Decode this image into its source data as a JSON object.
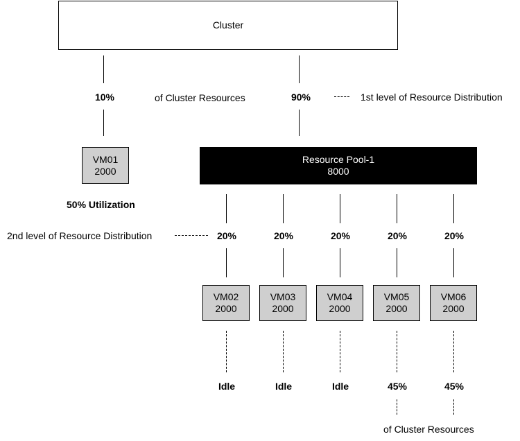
{
  "cluster": {
    "label": "Cluster"
  },
  "level1": {
    "vm01_share": "10%",
    "pool_share": "90%",
    "middle_label": "of Cluster Resources",
    "legend_label": "1st level of Resource Distribution"
  },
  "vm01": {
    "name": "VM01",
    "value": "2000",
    "utilization": "50% Utilization"
  },
  "pool": {
    "name": "Resource Pool-1",
    "value": "8000"
  },
  "level2": {
    "legend_label": "2nd level of Resource Distribution"
  },
  "vms": [
    {
      "name": "VM02",
      "value": "2000",
      "share": "20%",
      "status": "Idle"
    },
    {
      "name": "VM03",
      "value": "2000",
      "share": "20%",
      "status": "Idle"
    },
    {
      "name": "VM04",
      "value": "2000",
      "share": "20%",
      "status": "Idle"
    },
    {
      "name": "VM05",
      "value": "2000",
      "share": "20%",
      "status": "45%"
    },
    {
      "name": "VM06",
      "value": "2000",
      "share": "20%",
      "status": "45%"
    }
  ],
  "footer": {
    "label": "of Cluster Resources"
  }
}
